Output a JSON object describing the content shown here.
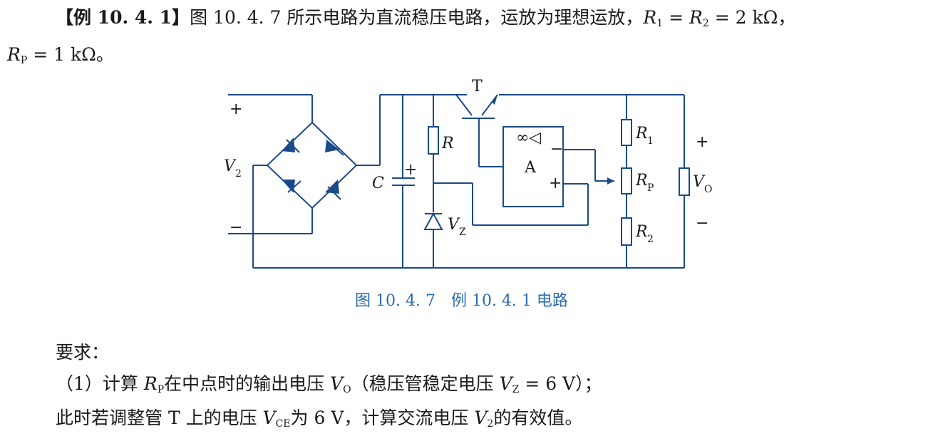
{
  "problem": {
    "label": "【例 10. 4. 1】",
    "statement": "图 10. 4. 7 所示电路为直流稳压电路，运放为理想运放，",
    "r1": "R",
    "r1_sub": "1",
    "eq1": " = ",
    "r2": "R",
    "r2_sub": "2",
    "eq2": " = 2 kΩ，",
    "rp": "R",
    "rp_sub": "P",
    "rp_val": " = 1 kΩ。"
  },
  "figure": {
    "caption": "图 10. 4. 7　例 10. 4. 1 电路",
    "labels": {
      "plus_in": "+",
      "minus_in": "−",
      "v2": "V",
      "v2_sub": "2",
      "c": "C",
      "c_plus": "+",
      "r": "R",
      "vz": "V",
      "vz_sub": "Z",
      "t": "T",
      "opamp_symbol": "∞◁",
      "opamp_name": "A",
      "op_minus": "−",
      "op_plus": "+",
      "r1": "R",
      "r1_sub": "1",
      "rp": "R",
      "rp_sub": "P",
      "r2": "R",
      "r2_sub": "2",
      "vo": "V",
      "vo_sub": "O",
      "out_plus": "+",
      "out_minus": "−"
    }
  },
  "requirements": {
    "title": "要求：",
    "q1_a": "（1）计算 ",
    "q1_rp": "R",
    "q1_rp_sub": "P",
    "q1_b": "在中点时的输出电压 ",
    "q1_vo": "V",
    "q1_vo_sub": "O",
    "q1_c": "（稳压管稳定电压 ",
    "q1_vz": "V",
    "q1_vz_sub": "Z",
    "q1_d": " = 6 V）；",
    "q2_a": "此时若调整管 T 上的电压 ",
    "q2_vce": "V",
    "q2_vce_sub": "CE",
    "q2_b": "为 6 V，计算交流电压 ",
    "q2_v2": "V",
    "q2_v2_sub": "2",
    "q2_c": "的有效值。"
  }
}
